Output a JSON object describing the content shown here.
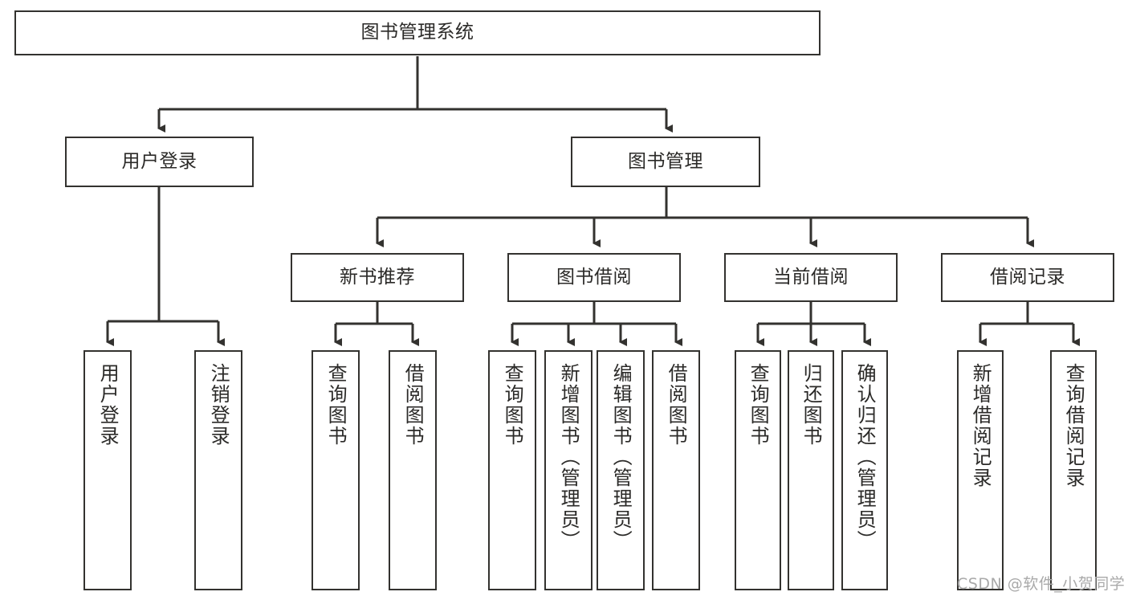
{
  "diagram": {
    "type": "tree",
    "title": "图书管理系统",
    "watermark": "CSDN @软件_小贺同学",
    "colors": {
      "box_border": "#33322f",
      "box_fill": "#ffffff",
      "connector": "#33322f",
      "text": "#2b2a28",
      "watermark": "#a9a9a9"
    },
    "root": {
      "label": "图书管理系统"
    },
    "level2": [
      {
        "label": "用户登录"
      },
      {
        "label": "图书管理"
      }
    ],
    "level3": [
      {
        "label": "新书推荐"
      },
      {
        "label": "图书借阅"
      },
      {
        "label": "当前借阅"
      },
      {
        "label": "借阅记录"
      }
    ],
    "leaves": {
      "user_login": [
        {
          "label": "用户登录"
        },
        {
          "label": "注销登录"
        }
      ],
      "new_book_recommend": [
        {
          "label": "查询图书"
        },
        {
          "label": "借阅图书"
        }
      ],
      "book_borrow": [
        {
          "label": "查询图书"
        },
        {
          "label": "新增图书（管理员）"
        },
        {
          "label": "编辑图书（管理员）"
        },
        {
          "label": "借阅图书"
        }
      ],
      "current_borrow": [
        {
          "label": "查询图书"
        },
        {
          "label": "归还图书"
        },
        {
          "label": "确认归还（管理员）"
        }
      ],
      "borrow_record": [
        {
          "label": "新增借阅记录"
        },
        {
          "label": "查询借阅记录"
        }
      ]
    }
  }
}
